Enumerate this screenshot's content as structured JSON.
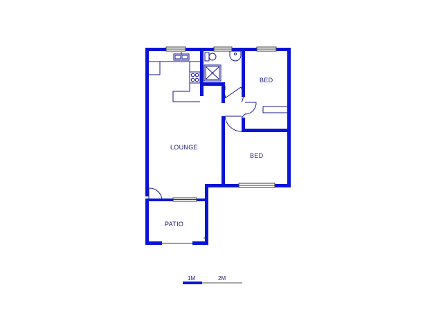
{
  "plan": {
    "rooms": [
      {
        "id": "lounge",
        "label": "LOUNGE"
      },
      {
        "id": "bed1",
        "label": "BED"
      },
      {
        "id": "bed2",
        "label": "BED"
      },
      {
        "id": "patio",
        "label": "PATIO"
      }
    ],
    "scale": {
      "label_1": "1M",
      "label_2": "2M"
    },
    "colors": {
      "wall": "#0a14d6",
      "fixture": "#1a1a8c",
      "text": "#1a1a7a"
    }
  }
}
